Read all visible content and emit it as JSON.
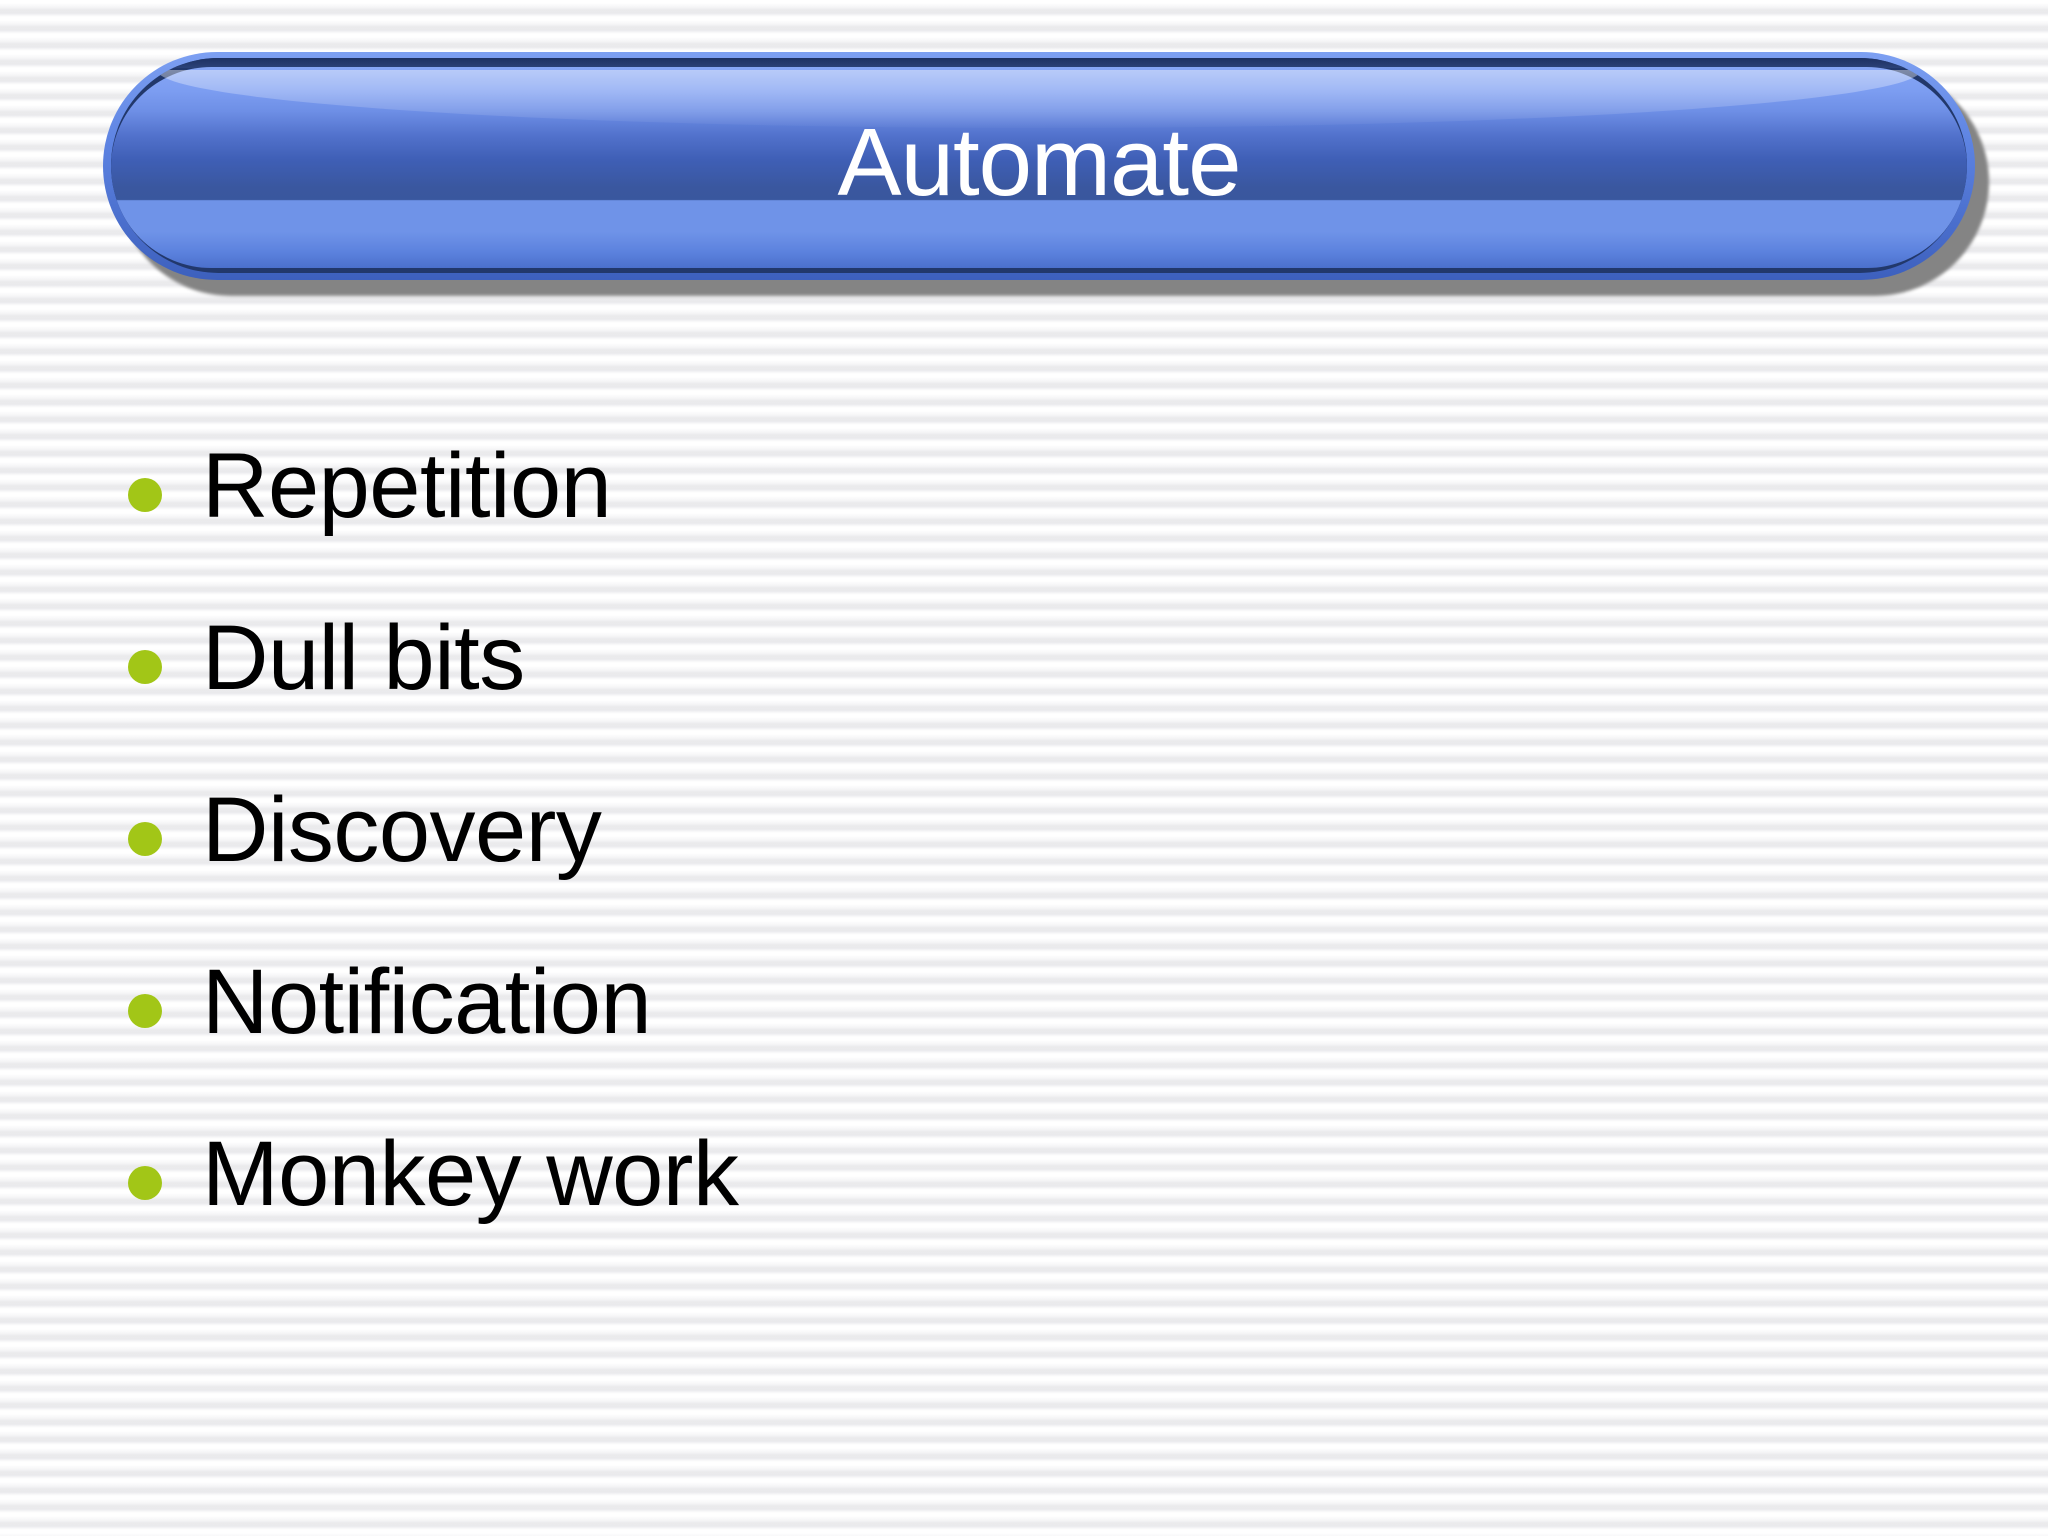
{
  "slide": {
    "title": "Automate",
    "bullet_marker_color": "#a2c617",
    "title_text_color": "#ffffff",
    "banner_color": "#3a579e",
    "body_text_color": "#000000",
    "background_color": "#f4f4f6",
    "bullets": [
      {
        "label": "Repetition"
      },
      {
        "label": "Dull bits"
      },
      {
        "label": "Discovery"
      },
      {
        "label": "Notification"
      },
      {
        "label": "Monkey work"
      }
    ]
  }
}
